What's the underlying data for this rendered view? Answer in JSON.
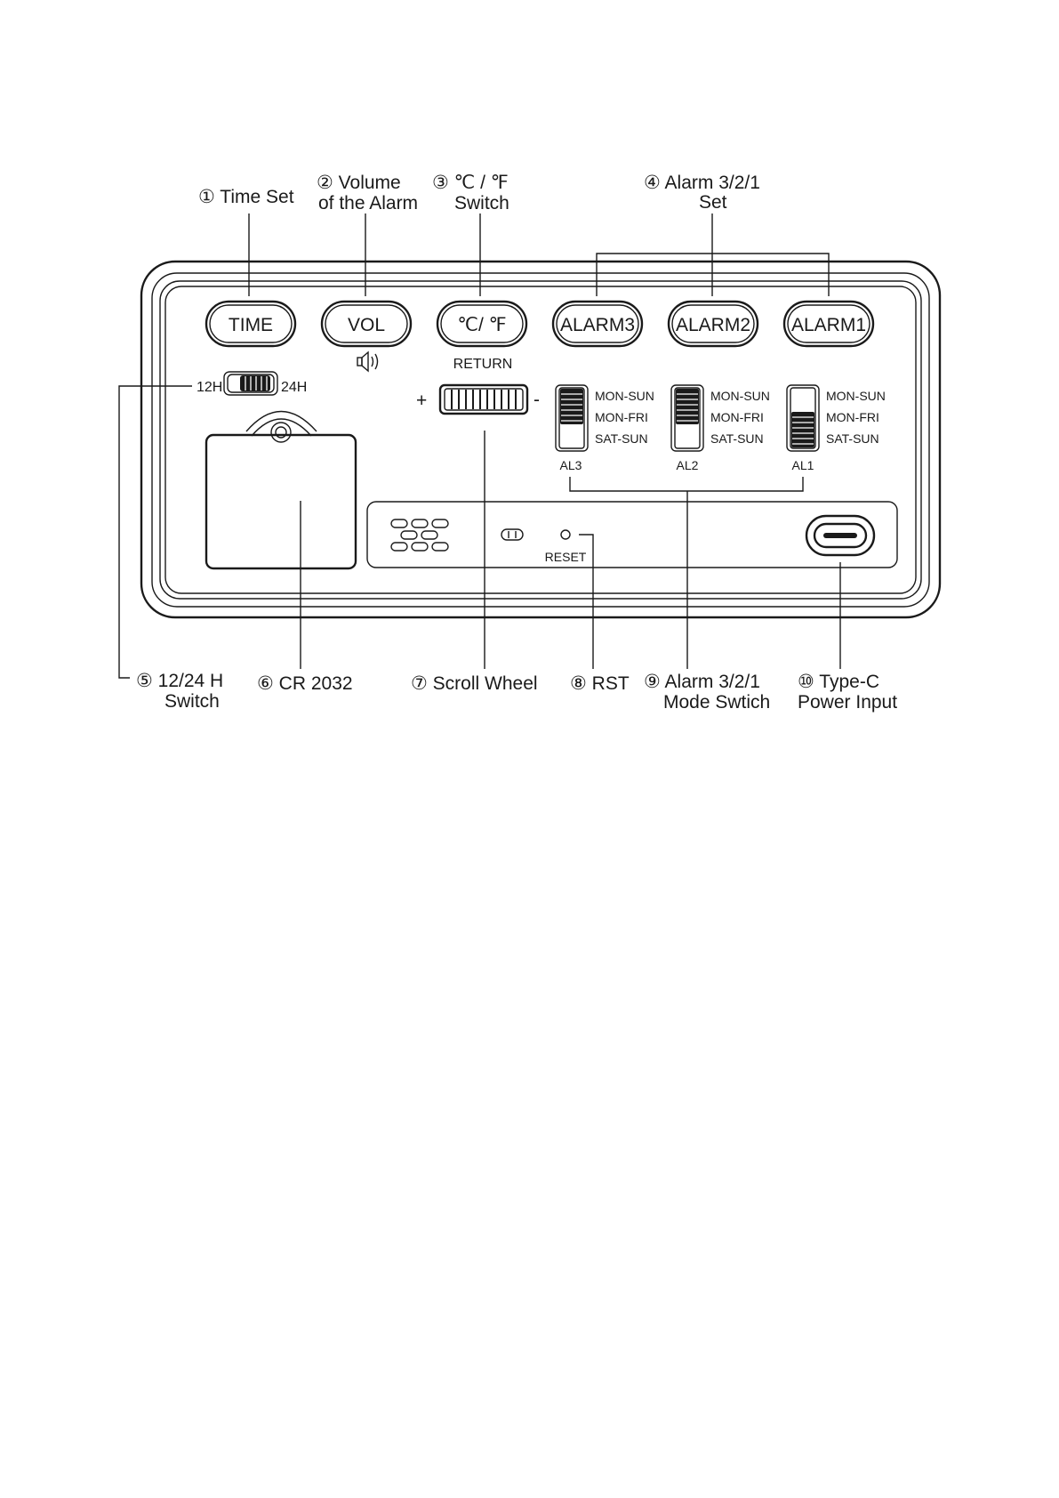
{
  "callouts": {
    "c1": {
      "num": "①",
      "text": "Time Set"
    },
    "c2": {
      "num": "②",
      "line1": "Volume",
      "line2": "of the Alarm"
    },
    "c3": {
      "num": "③",
      "line1": "℃ / ℉",
      "line2": "Switch"
    },
    "c4": {
      "num": "④",
      "line1": "Alarm 3/2/1",
      "line2": "Set"
    },
    "c5": {
      "num": "⑤",
      "line1": "12/24 H",
      "line2": "Switch"
    },
    "c6": {
      "num": "⑥",
      "text": "CR 2032"
    },
    "c7": {
      "num": "⑦",
      "text": "Scroll Wheel"
    },
    "c8": {
      "num": "⑧",
      "text": "RST"
    },
    "c9": {
      "num": "⑨",
      "line1": "Alarm 3/2/1",
      "line2": "Mode Swtich"
    },
    "c10": {
      "num": "⑩",
      "line1": "Type-C",
      "line2": "Power Input"
    }
  },
  "buttons": {
    "time": "TIME",
    "vol": "VOL",
    "temp": "℃/ ℉",
    "alarm3": "ALARM3",
    "alarm2": "ALARM2",
    "alarm1": "ALARM1"
  },
  "labels": {
    "return": "RETURN",
    "h12": "12H",
    "h24": "24H",
    "plus": "+",
    "minus": "-",
    "reset": "RESET",
    "mode_mon_sun": "MON-SUN",
    "mode_mon_fri": "MON-FRI",
    "mode_sat_sun": "SAT-SUN",
    "al3": "AL3",
    "al2": "AL2",
    "al1": "AL1"
  }
}
